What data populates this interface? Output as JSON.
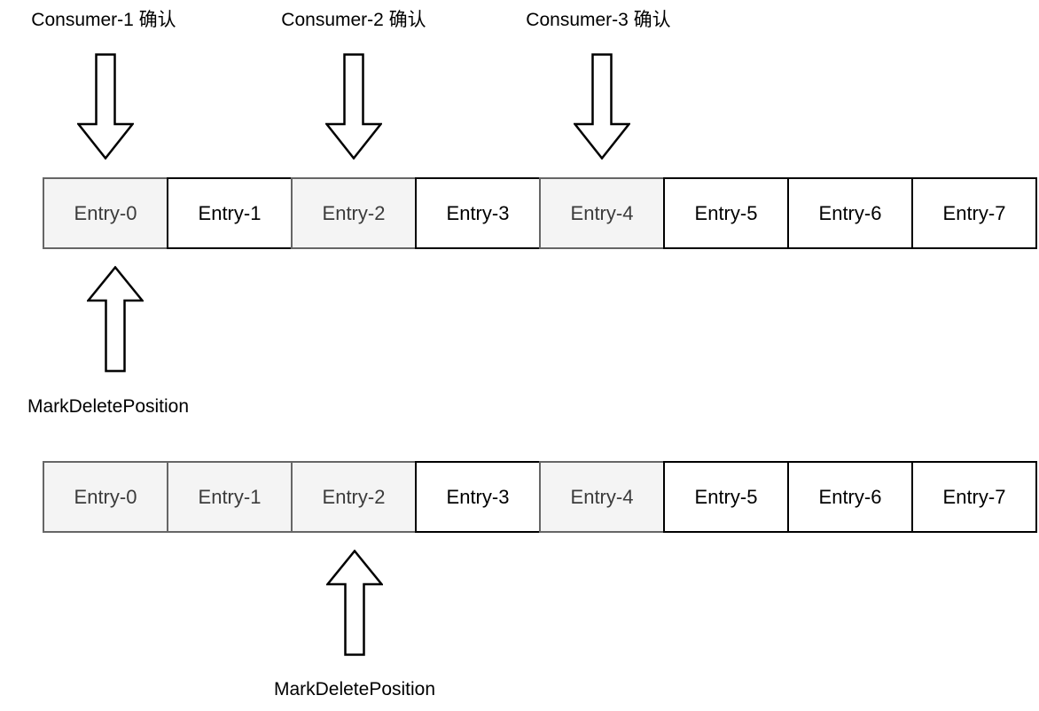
{
  "colors": {
    "canvas_bg": "#ffffff",
    "text_color": "#000000",
    "cell_border": "#000000",
    "cell_fill": "#ffffff",
    "shaded_border": "#666666",
    "shaded_fill": "#f4f4f4",
    "shaded_text": "#3b3b3b",
    "arrow_stroke": "#000000",
    "arrow_fill": "#ffffff"
  },
  "icons": {
    "ack_arrow": "down-arrow-icon",
    "mark_delete_arrow": "up-arrow-icon"
  },
  "consumers": [
    {
      "label": "Consumer-1 确认",
      "points_to": "Entry-0"
    },
    {
      "label": "Consumer-2 确认",
      "points_to": "Entry-2"
    },
    {
      "label": "Consumer-3 确认",
      "points_to": "Entry-4"
    }
  ],
  "rows": [
    {
      "cells": [
        {
          "label": "Entry-0",
          "shaded": true
        },
        {
          "label": "Entry-1",
          "shaded": false
        },
        {
          "label": "Entry-2",
          "shaded": true
        },
        {
          "label": "Entry-3",
          "shaded": false
        },
        {
          "label": "Entry-4",
          "shaded": true
        },
        {
          "label": "Entry-5",
          "shaded": false
        },
        {
          "label": "Entry-6",
          "shaded": false
        },
        {
          "label": "Entry-7",
          "shaded": false
        }
      ]
    },
    {
      "cells": [
        {
          "label": "Entry-0",
          "shaded": true
        },
        {
          "label": "Entry-1",
          "shaded": true
        },
        {
          "label": "Entry-2",
          "shaded": true
        },
        {
          "label": "Entry-3",
          "shaded": false
        },
        {
          "label": "Entry-4",
          "shaded": true
        },
        {
          "label": "Entry-5",
          "shaded": false
        },
        {
          "label": "Entry-6",
          "shaded": false
        },
        {
          "label": "Entry-7",
          "shaded": false
        }
      ]
    }
  ],
  "mark_delete": {
    "top": {
      "label": "MarkDeletePosition",
      "points_to": "Entry-0"
    },
    "bottom": {
      "label": "MarkDeletePosition",
      "points_to": "Entry-2"
    }
  }
}
